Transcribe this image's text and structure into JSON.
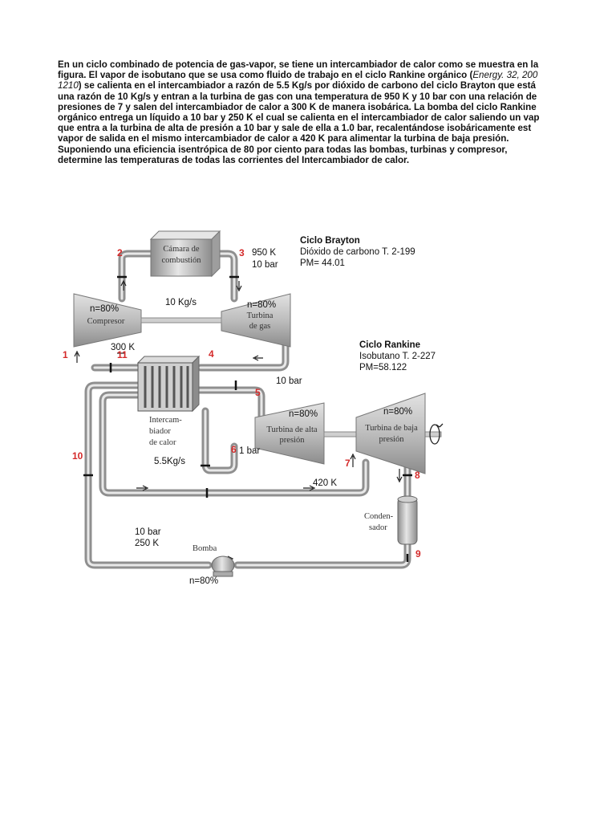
{
  "problem": {
    "line1": "En un ciclo combinado de potencia de gas-vapor, se tiene un intercambiador de calor como se muestra en la",
    "line2a": "figura. El vapor de isobutano que se usa como fluido de trabajo en el ciclo Rankine orgánico (",
    "line2ref": "Energy. 32, 200",
    "line3ref": "1210",
    "line3b": ") se calienta en el intercambiador a razón de 5.5 Kg/s por dióxido de carbono del ciclo Brayton que está",
    "line4": "una razón de 10 Kg/s y entran a la turbina de gas con una temperatura de 950 K y 10 bar con una relación de",
    "line5": "presiones de 7 y salen del intercambiador de calor a 300 K de manera isobárica. La bomba del ciclo Rankine",
    "line6": "orgánico entrega un líquido a 10 bar y 250 K el cual se calienta en el intercambiador de calor saliendo un vap",
    "line7": "que entra a la turbina de alta de presión a 10 bar y sale de ella a 1.0 bar, recalentándose isobáricamente est",
    "line8": "vapor de salida en el mismo intercambiador de calor a 420 K para alimentar la turbina de baja presión.",
    "line9": "Suponiendo una eficiencia isentrópica de 80 por ciento para todas las bombas, turbinas y compresor,",
    "line10": "determine las temperaturas de todas las corrientes del Intercambiador de calor."
  },
  "equipment": {
    "combustion_1": "Cámara de",
    "combustion_2": "combustión",
    "compressor": "Compresor",
    "gas_turbine_1": "Turbina",
    "gas_turbine_2": "de gas",
    "exchanger_1": "Intercam-",
    "exchanger_2": "biador",
    "exchanger_3": "de calor",
    "hp_turbine_1": "Turbina de alta",
    "hp_turbine_2": "presión",
    "lp_turbine_1": "Turbina de baja",
    "lp_turbine_2": "presión",
    "condenser_1": "Conden-",
    "condenser_2": "sador",
    "pump": "Bomba"
  },
  "states": [
    "1",
    "2",
    "3",
    "4",
    "5",
    "6",
    "7",
    "8",
    "9",
    "10",
    "11"
  ],
  "annotations": {
    "t3": "950 K",
    "p3": "10 bar",
    "flow_brayton": "10 Kg/s",
    "eff_compressor": "n=80%",
    "eff_gas_turbine": "n=80%",
    "t1": "300 K",
    "p5": "10 bar",
    "eff_hp": "n=80%",
    "eff_lp": "n=80%",
    "p6": "1 bar",
    "flow_rankine": "5.5Kg/s",
    "t7": "420 K",
    "p_pump": "10 bar",
    "t_pump": "250 K",
    "eff_pump": "n=80%"
  },
  "brayton": {
    "title": "Ciclo Brayton",
    "fluid": "Dióxido de carbono T. 2-199",
    "mass": "PM= 44.01"
  },
  "rankine": {
    "title": "Ciclo Rankine",
    "fluid": "Isobutano T. 2-227",
    "mass": "PM=58.122"
  },
  "colors": {
    "state_numbers": "#d42a2a",
    "pipe": "#9a9a9a",
    "equipment": "#b9b9b9"
  }
}
